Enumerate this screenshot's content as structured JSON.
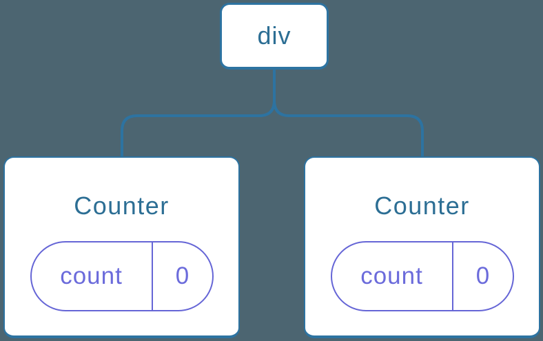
{
  "diagram": {
    "description": "Component tree: root div element with two Counter component children, each holding its own state",
    "root": {
      "label": "div"
    },
    "children": [
      {
        "title": "Counter",
        "state": {
          "key": "count",
          "value": "0"
        }
      },
      {
        "title": "Counter",
        "state": {
          "key": "count",
          "value": "0"
        }
      }
    ]
  },
  "colors": {
    "background": "#4C6571",
    "node_stroke": "#2D73A1",
    "node_text": "#2C6E94",
    "state_accent": "#6565D6",
    "state_text": "#6B6BDB",
    "card_fill": "#FFFFFF"
  }
}
